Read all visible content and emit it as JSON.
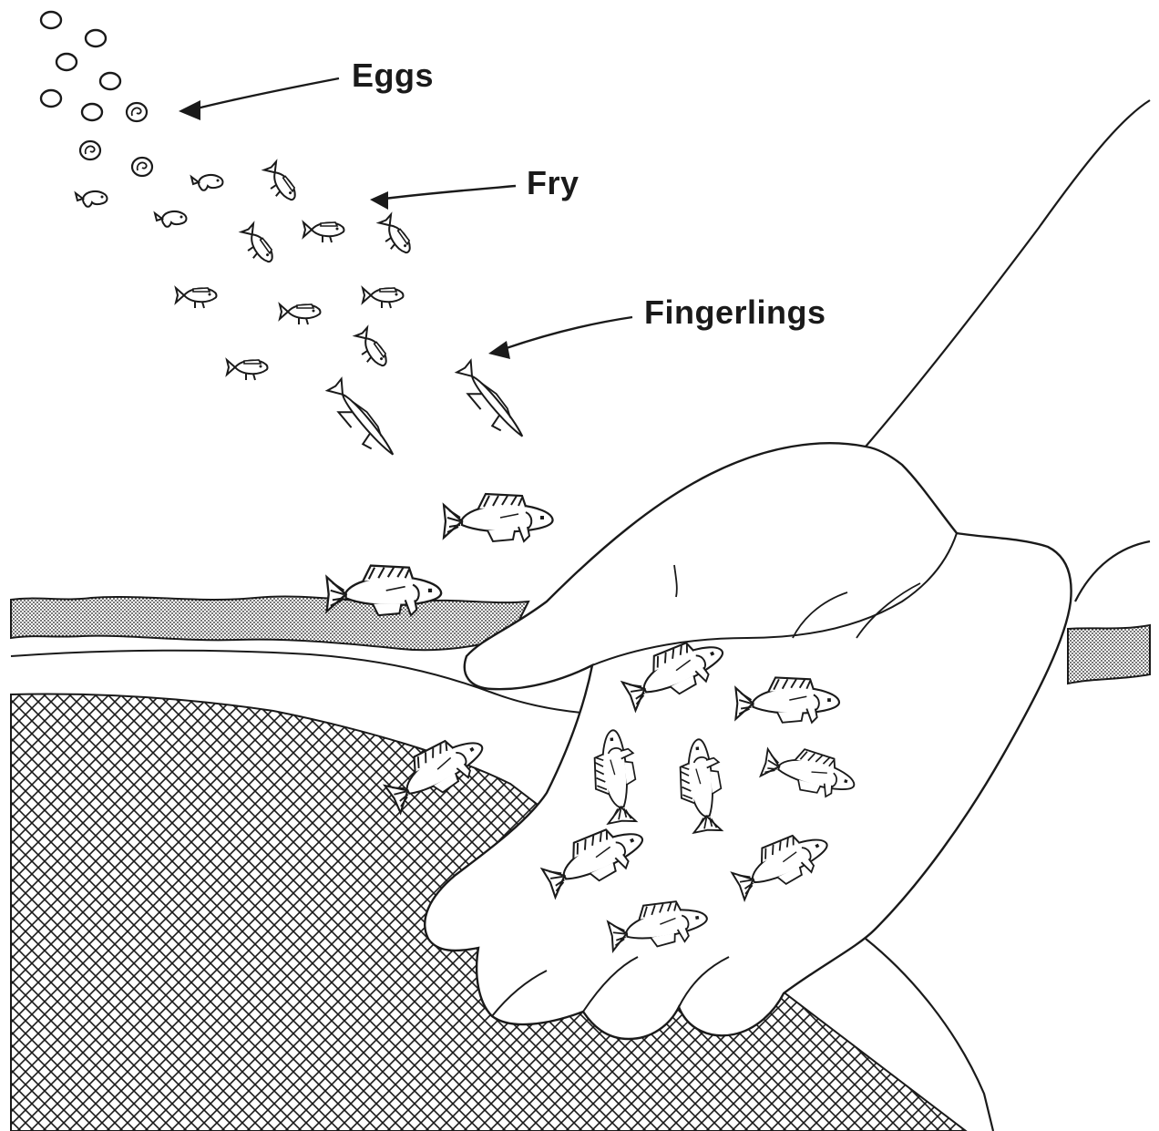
{
  "labels": {
    "eggs": "Eggs",
    "fry": "Fry",
    "fingerlings": "Fingerlings"
  },
  "colors": {
    "ink": "#1a1a1a",
    "paper": "#ffffff"
  }
}
